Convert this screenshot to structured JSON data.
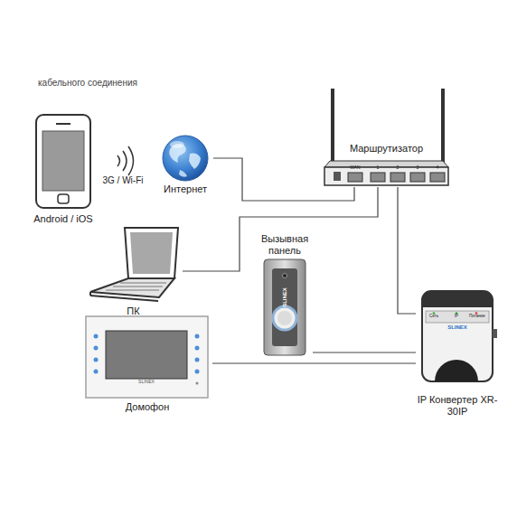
{
  "diagram": {
    "nodes": [
      {
        "text": [
          "Android / iOS"
        ]
      },
      {
        "text": [
          "Интернет"
        ]
      },
      {
        "text": [
          "Маршрутизатор"
        ]
      },
      {
        "text": [
          "ПК"
        ]
      },
      {
        "text": [
          "Вызывная панель"
        ]
      },
      {
        "text": [
          "Домофон"
        ]
      },
      {
        "text": [
          "IP Конвертер XR-30IP"
        ]
      }
    ],
    "edges": [
      {
        "from": 1,
        "to": 2,
        "arrow": "none"
      },
      {
        "from": 2,
        "to": 3,
        "arrow": "none"
      },
      {
        "from": 2,
        "to": 6,
        "arrow": "none"
      },
      {
        "from": 4,
        "to": 6,
        "arrow": "none"
      },
      {
        "from": 5,
        "to": 6,
        "arrow": "none"
      }
    ],
    "labels": [
      "кабельного соединения",
      "3G / Wi-Fi",
      "WAN",
      "1",
      "2",
      "3",
      "4",
      "SLINEX",
      "SLINEX",
      "Сеть",
      "IP",
      "Питание",
      "SLINEX"
    ]
  }
}
